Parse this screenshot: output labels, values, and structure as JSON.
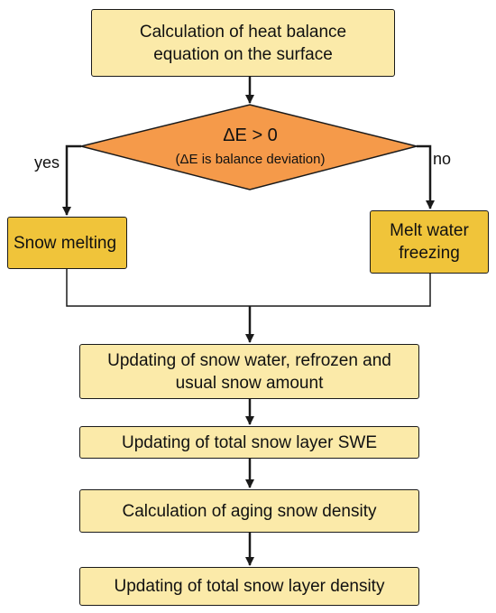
{
  "diagram": {
    "start": "Calculation of heat balance equation on the surface",
    "decision": {
      "condition": "ΔE > 0",
      "note": "(ΔE is balance deviation)",
      "yes_label": "yes",
      "no_label": "no"
    },
    "yes_branch": "Snow melting",
    "no_branch": "Melt water freezing",
    "steps": [
      "Updating of snow water, refrozen and usual snow amount",
      "Updating of total snow layer SWE",
      "Calculation of aging snow density",
      "Updating of total snow layer density"
    ]
  },
  "colors": {
    "pale_box": "#fbeaa9",
    "gold_box": "#f0c43a",
    "decision": "#f59a4a",
    "stroke": "#1a1a1a"
  }
}
